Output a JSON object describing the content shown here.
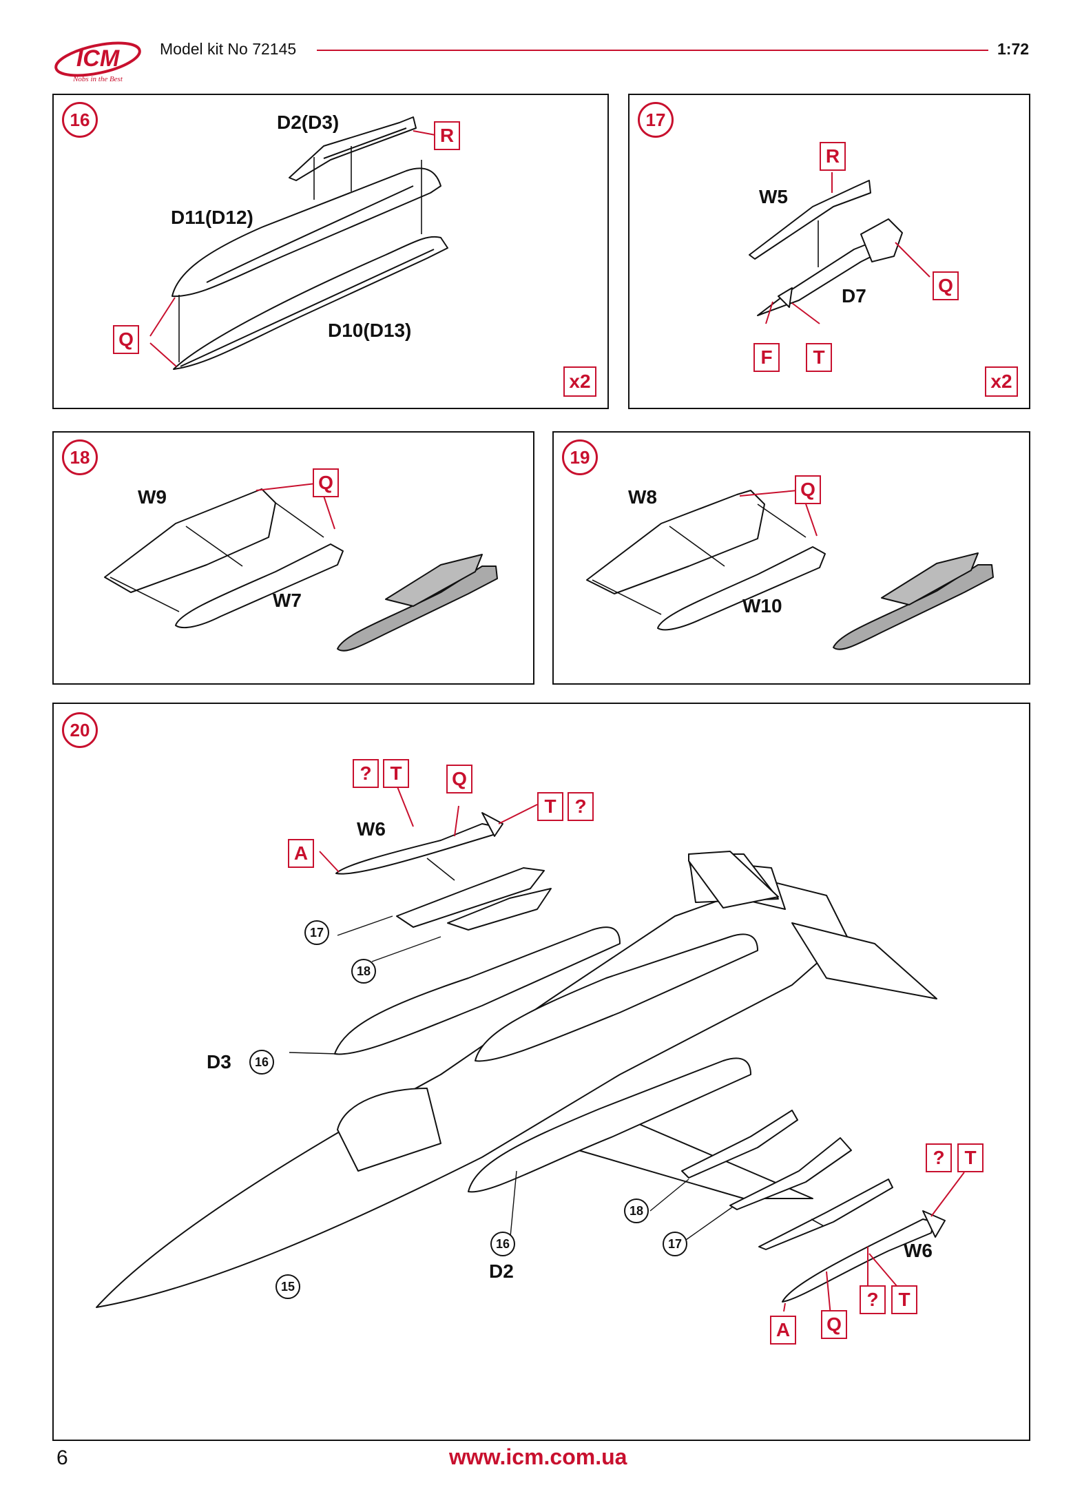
{
  "header": {
    "logo_text": "ICM",
    "logo_tagline": "Nobs in the Best",
    "title": "Model kit No 72145",
    "scale": "1:72"
  },
  "colors": {
    "accent": "#c8102e",
    "ink": "#111111"
  },
  "steps": {
    "s16": {
      "number": "16",
      "parts": [
        "D2(D3)",
        "D11(D12)",
        "D10(D13)"
      ],
      "marks": [
        "R",
        "Q"
      ],
      "qty": "x2"
    },
    "s17": {
      "number": "17",
      "parts": [
        "W5",
        "D7"
      ],
      "marks": [
        "R",
        "Q",
        "F",
        "T"
      ],
      "qty": "x2"
    },
    "s18": {
      "number": "18",
      "parts": [
        "W9",
        "W7"
      ],
      "marks": [
        "Q"
      ]
    },
    "s19": {
      "number": "19",
      "parts": [
        "W8",
        "W10"
      ],
      "marks": [
        "Q"
      ]
    },
    "s20": {
      "number": "20",
      "parts": [
        "W6",
        "D3",
        "D2",
        "W6"
      ],
      "marks": [
        "?",
        "T",
        "Q",
        "T",
        "?",
        "A",
        "?",
        "T",
        "?",
        "T",
        "A",
        "Q"
      ],
      "refs": [
        "17",
        "18",
        "16",
        "16",
        "18",
        "17",
        "15"
      ]
    }
  },
  "footer": {
    "page": "6",
    "url": "www.icm.com.ua"
  }
}
